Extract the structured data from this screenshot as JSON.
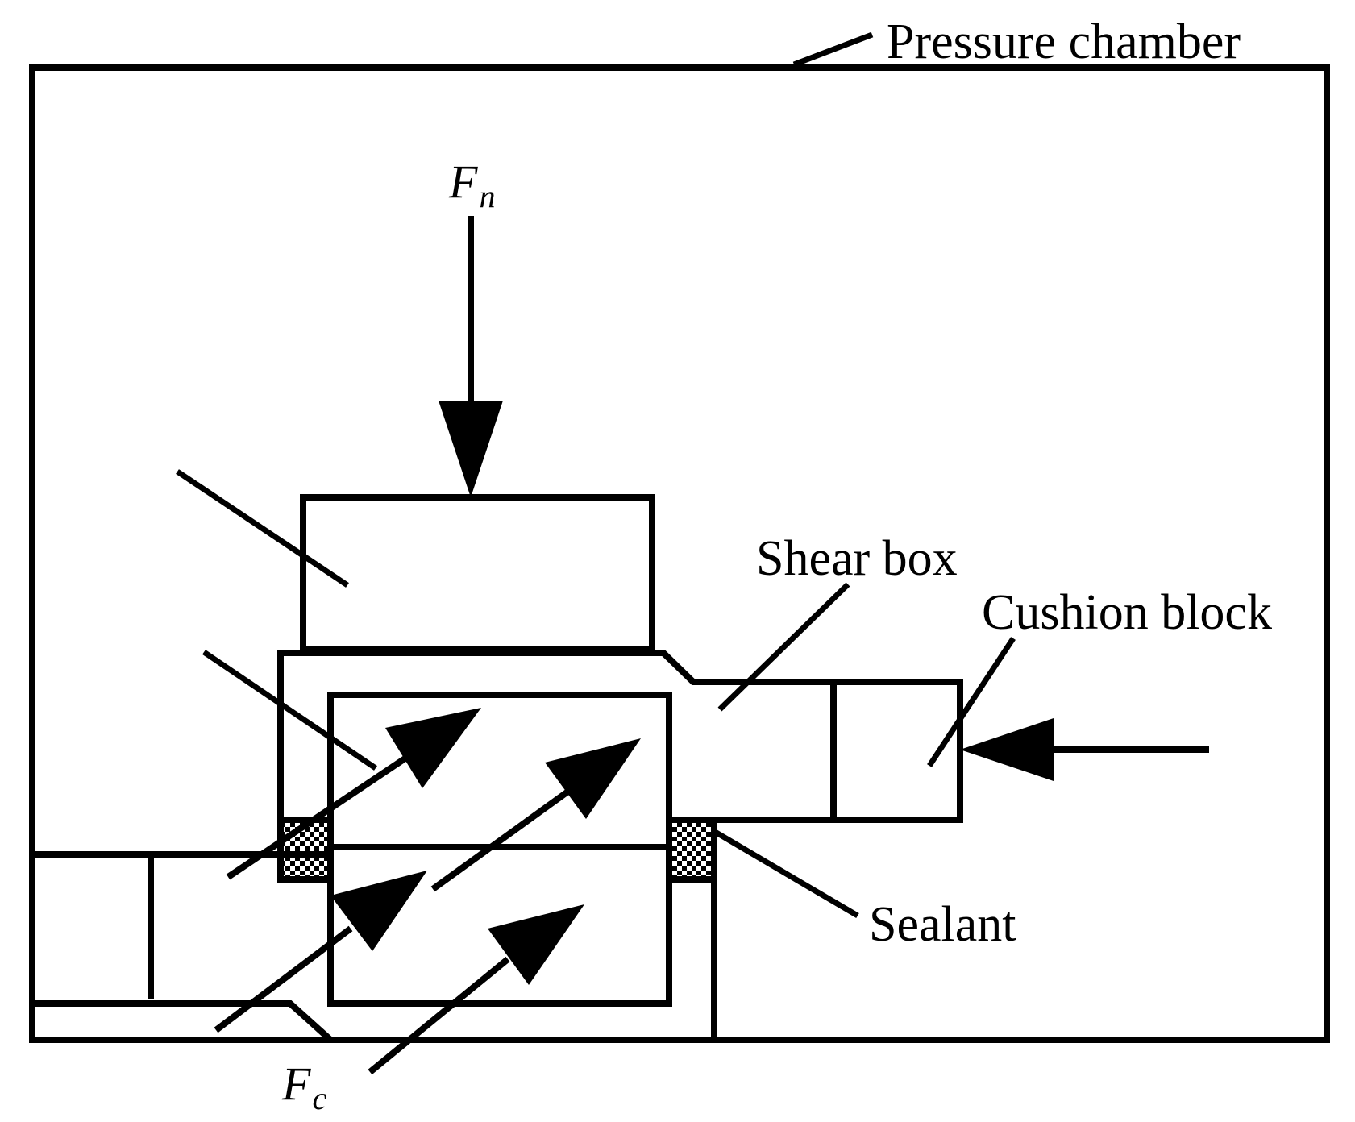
{
  "labels": {
    "pressure_chamber": "Pressure chamber",
    "shear_box": "Shear box",
    "cushion_block": "Cushion block",
    "sealant": "Sealant",
    "normal_force_symbol": "F",
    "normal_force_subscript": "n",
    "confining_force_symbol": "F",
    "confining_force_subscript": "c"
  },
  "colors": {
    "line": "#000000",
    "background": "#ffffff"
  }
}
